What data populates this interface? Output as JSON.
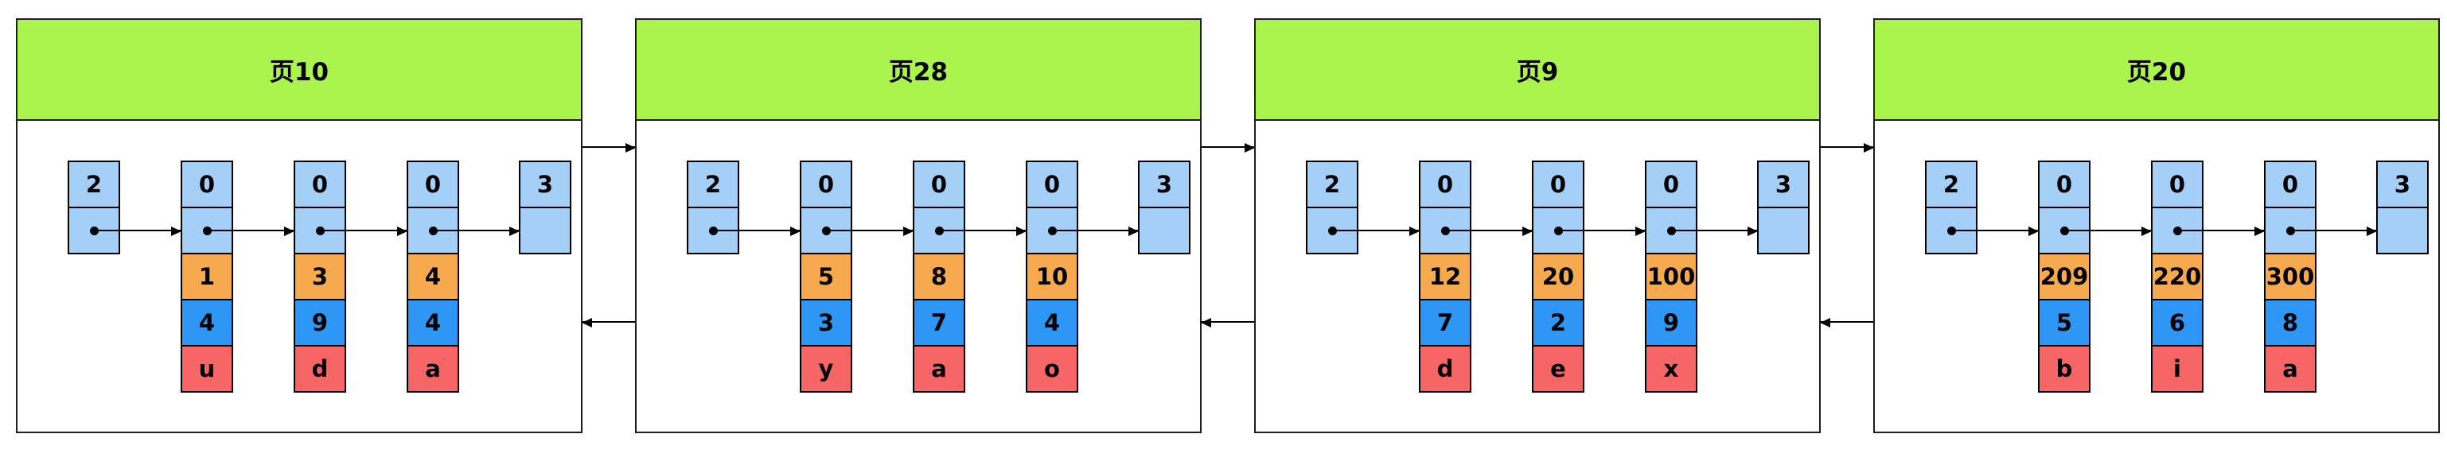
{
  "colors": {
    "green": "#ABF44E",
    "lightblue": "#A4CFF7",
    "orange": "#F7A94E",
    "blue": "#2E96F5",
    "red": "#F76666",
    "line": "#000000"
  },
  "pages": [
    {
      "label": "页10",
      "infimum_type": "2",
      "supremum_type": "3",
      "records": [
        {
          "type": "0",
          "key": "1",
          "col2": "4",
          "col3": "u"
        },
        {
          "type": "0",
          "key": "3",
          "col2": "9",
          "col3": "d"
        },
        {
          "type": "0",
          "key": "4",
          "col2": "4",
          "col3": "a"
        }
      ]
    },
    {
      "label": "页28",
      "infimum_type": "2",
      "supremum_type": "3",
      "records": [
        {
          "type": "0",
          "key": "5",
          "col2": "3",
          "col3": "y"
        },
        {
          "type": "0",
          "key": "8",
          "col2": "7",
          "col3": "a"
        },
        {
          "type": "0",
          "key": "10",
          "col2": "4",
          "col3": "o"
        }
      ]
    },
    {
      "label": "页9",
      "infimum_type": "2",
      "supremum_type": "3",
      "records": [
        {
          "type": "0",
          "key": "12",
          "col2": "7",
          "col3": "d"
        },
        {
          "type": "0",
          "key": "20",
          "col2": "2",
          "col3": "e"
        },
        {
          "type": "0",
          "key": "100",
          "col2": "9",
          "col3": "x"
        }
      ]
    },
    {
      "label": "页20",
      "infimum_type": "2",
      "supremum_type": "3",
      "records": [
        {
          "type": "0",
          "key": "209",
          "col2": "5",
          "col3": "b"
        },
        {
          "type": "0",
          "key": "220",
          "col2": "6",
          "col3": "i"
        },
        {
          "type": "0",
          "key": "300",
          "col2": "8",
          "col3": "a"
        }
      ]
    }
  ]
}
